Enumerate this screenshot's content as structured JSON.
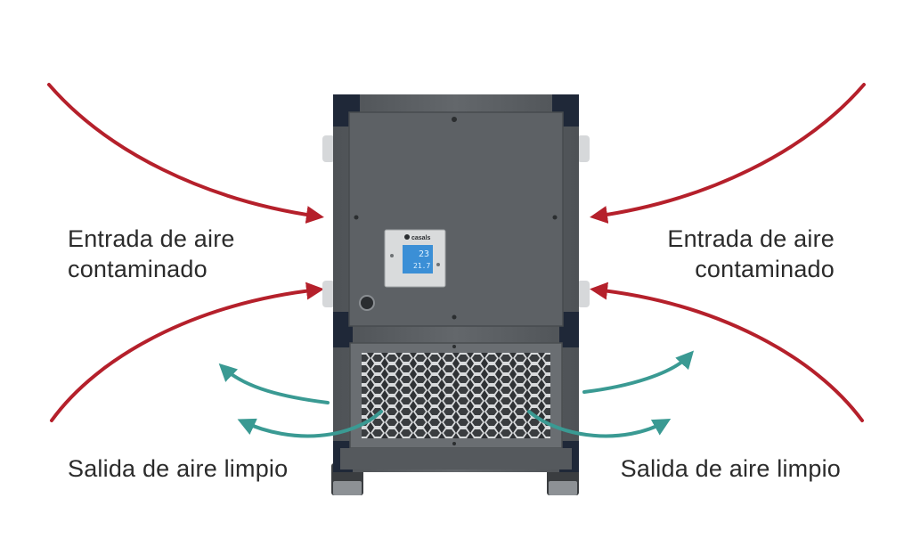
{
  "labels": {
    "inlet_left_line1": "Entrada de aire",
    "inlet_left_line2": "contaminado",
    "inlet_right_line1": "Entrada de aire",
    "inlet_right_line2": "contaminado",
    "outlet_left": "Salida de aire limpio",
    "outlet_right": "Salida de aire limpio"
  },
  "device": {
    "brand": "casals",
    "display_value_1": "23",
    "display_value_2": "21.7"
  },
  "colors": {
    "inlet_arrow": "#b5202b",
    "outlet_arrow": "#3a9a93",
    "housing": "#5c6063",
    "housing_dark": "#3f4346",
    "corner": "#1f2838",
    "lcd": "#3b8fd6"
  }
}
